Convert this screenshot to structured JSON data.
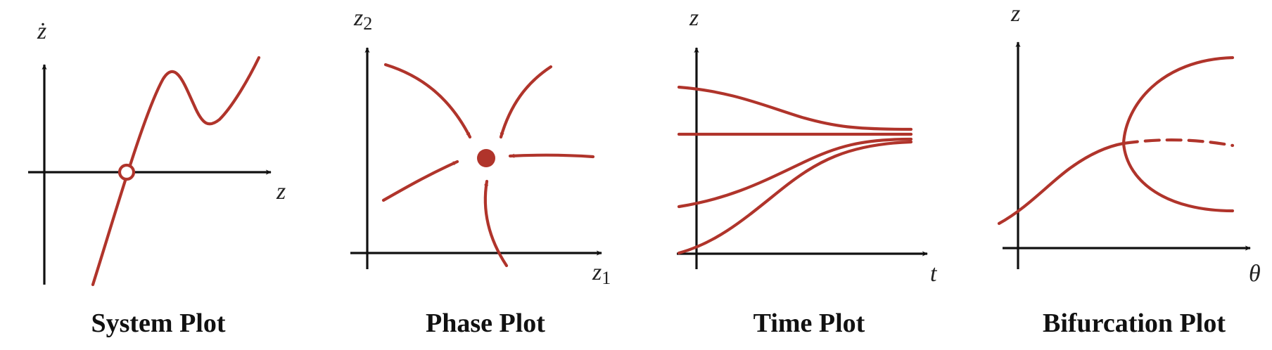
{
  "colors": {
    "curve": "#b0342b",
    "axis": "#111111",
    "text": "#111111",
    "background": "#ffffff"
  },
  "panels": [
    {
      "id": "system",
      "title": "System Plot",
      "y_axis_label": "ż",
      "x_axis_label": "z",
      "marker": "open-circle equilibrium on z-axis"
    },
    {
      "id": "phase",
      "title": "Phase Plot",
      "y_axis_label": "z",
      "y_axis_subscript": "2",
      "x_axis_label": "z",
      "x_axis_subscript": "1",
      "marker": "filled-dot stable node with converging arrows"
    },
    {
      "id": "time",
      "title": "Time Plot",
      "y_axis_label": "z",
      "x_axis_label": "t"
    },
    {
      "id": "bifurcation",
      "title": "Bifurcation Plot",
      "y_axis_label": "z",
      "x_axis_label": "θ",
      "note": "dashed branch indicates unstable equilibrium"
    }
  ]
}
